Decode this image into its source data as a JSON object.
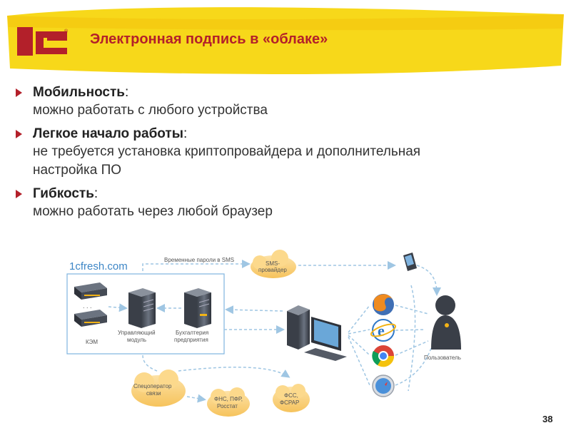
{
  "title": "Электронная подпись в «облаке»",
  "logo_text": "1С",
  "colors": {
    "accent": "#b3202a",
    "banner": "#f7d81a",
    "arrow": "#9fc6e3"
  },
  "bullets": [
    {
      "heading": "Мобильность",
      "colon": ":",
      "desc": [
        "можно работать с любого устройства"
      ]
    },
    {
      "heading": "Легкое начало работы",
      "colon": ":",
      "desc": [
        "не требуется установка криптопровайдера и дополнительная",
        "настройка ПО"
      ]
    },
    {
      "heading": "Гибкость",
      "colon": ":",
      "desc": [
        "можно работать через любой браузер"
      ]
    }
  ],
  "diagram": {
    "site_label": "1cfresh.com",
    "sms_passwords": "Временные пароли в SMS",
    "sms_provider": [
      "SMS-",
      "провайдер"
    ],
    "ksm": "КЭМ",
    "managing_module": [
      "Управляющий",
      "модуль"
    ],
    "accounting": [
      "Бухгалтерия",
      "предприятия"
    ],
    "special_operator": [
      "Спецоператор",
      "связи"
    ],
    "fns": [
      "ФНС, ПФР,",
      "Росстат"
    ],
    "fss": [
      "ФСС,",
      "ФСРАР"
    ],
    "user": "Пользователь",
    "browsers": [
      "firefox-icon",
      "ie-icon",
      "chrome-icon",
      "safari-icon"
    ]
  },
  "page_number": "38"
}
